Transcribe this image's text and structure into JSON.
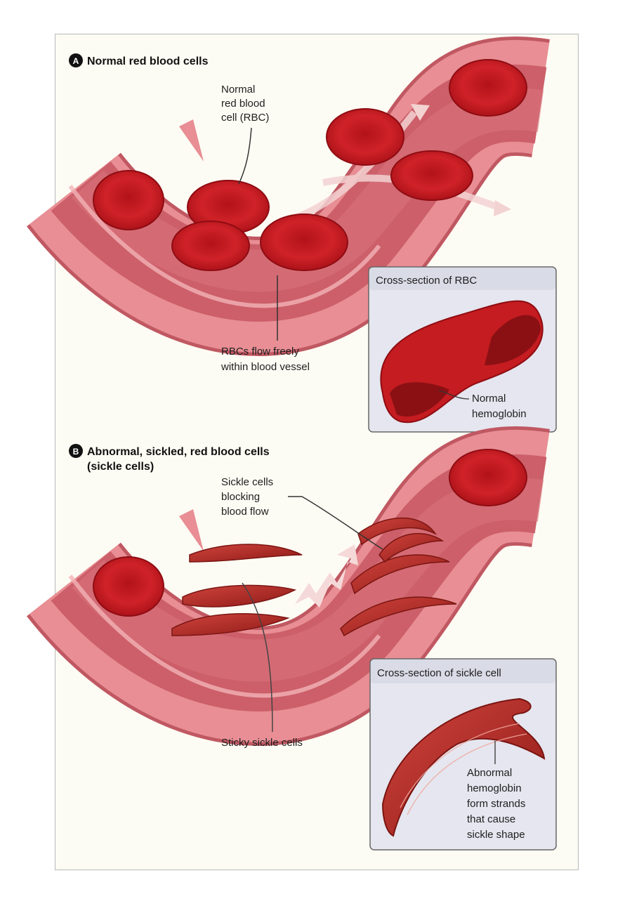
{
  "panel_a": {
    "badge": "A",
    "title": "Normal red blood cells",
    "cell_label": [
      "Normal",
      "red blood",
      "cell (RBC)"
    ],
    "flow_label": [
      "RBCs flow freely",
      "within blood vessel"
    ],
    "inset": {
      "title": "Cross-section of RBC",
      "label": [
        "Normal",
        "hemoglobin"
      ]
    }
  },
  "panel_b": {
    "badge": "B",
    "title": [
      "Abnormal, sickled, red blood cells",
      "(sickle cells)"
    ],
    "blocking_label": [
      "Sickle cells",
      "blocking",
      "blood flow"
    ],
    "sticky_label": "Sticky sickle cells",
    "inset": {
      "title": "Cross-section of sickle cell",
      "label": [
        "Abnormal",
        "hemoglobin",
        "form strands",
        "that cause",
        "sickle shape"
      ]
    }
  },
  "colors": {
    "vessel_outer": "#e4868c",
    "vessel_inner": "#c95560",
    "cell": "#c4161c",
    "inset_bg": "#e5e6ef",
    "inset_header": "#d9dbe6",
    "background": "#fdfcf4"
  }
}
